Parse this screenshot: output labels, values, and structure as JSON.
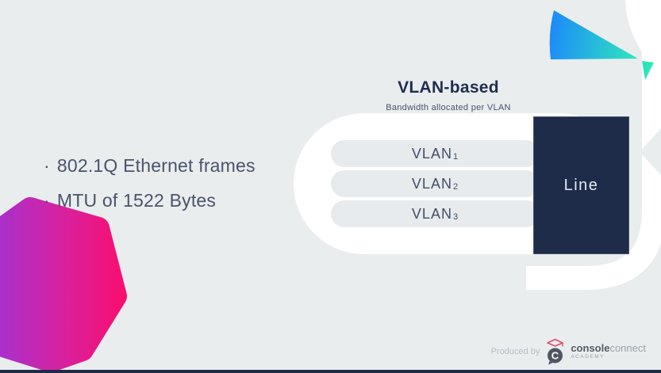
{
  "slide": {
    "bullet_char": "·",
    "bullets": [
      {
        "text": "802.1Q Ethernet frames"
      },
      {
        "text": "MTU of 1522 Bytes"
      }
    ],
    "diagram": {
      "title": "VLAN-based",
      "subtitle": "Bandwidth allocated per VLAN",
      "vlans": [
        {
          "label": "VLAN",
          "sub": "1"
        },
        {
          "label": "VLAN",
          "sub": "2"
        },
        {
          "label": "VLAN",
          "sub": "3"
        }
      ],
      "line_label": "Line"
    },
    "footer": {
      "produced_by": "Produced by",
      "logo_letter": "C",
      "brand_bold": "console",
      "brand_light": "connect",
      "brand_sub": "ACADEMY"
    },
    "colors": {
      "background": "#E9EDEE",
      "navy": "#1E2C49",
      "teal_gradient_start": "#1D8BF8",
      "teal_gradient_end": "#2FE7BD",
      "pink_gradient_start": "#9A34D8",
      "pink_gradient_end": "#FB0D6E",
      "white": "#FFFFFF"
    }
  }
}
